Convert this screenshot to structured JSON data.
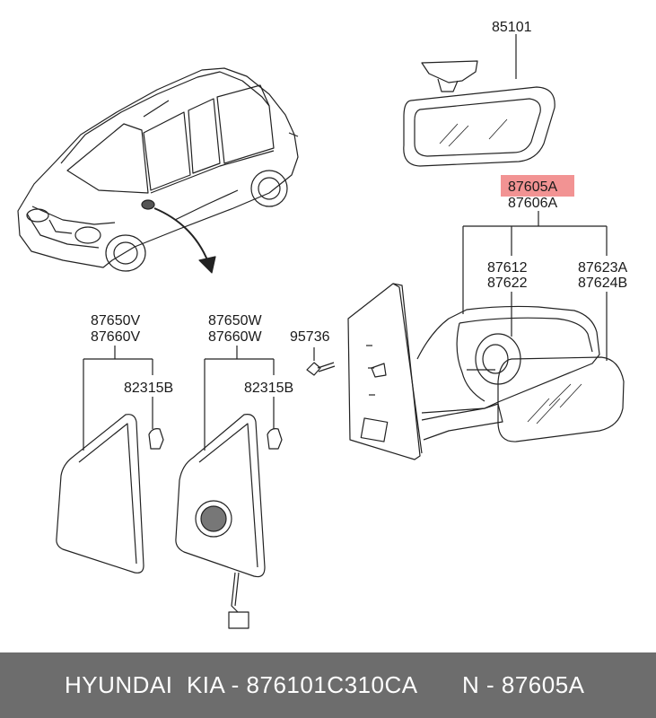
{
  "diagram": {
    "labels": {
      "rear_mirror": "85101",
      "outer_mirror_lh": "87605A",
      "outer_mirror_rh": "87606A",
      "mirror_glass_1": "87612",
      "mirror_glass_2": "87622",
      "cover_1": "87623A",
      "cover_2": "87624B",
      "bolt": "95736",
      "garnish_1a": "87650V",
      "garnish_1b": "87660V",
      "clip_1": "82315B",
      "garnish_2a": "87650W",
      "garnish_2b": "87660W",
      "clip_2": "82315B"
    },
    "highlight_color": "#f08080"
  },
  "footer": {
    "left_text": "HYUNDAI  KIA - 876101C310CA",
    "right_text": "N - 87605A",
    "background": "#6d6d6d"
  }
}
